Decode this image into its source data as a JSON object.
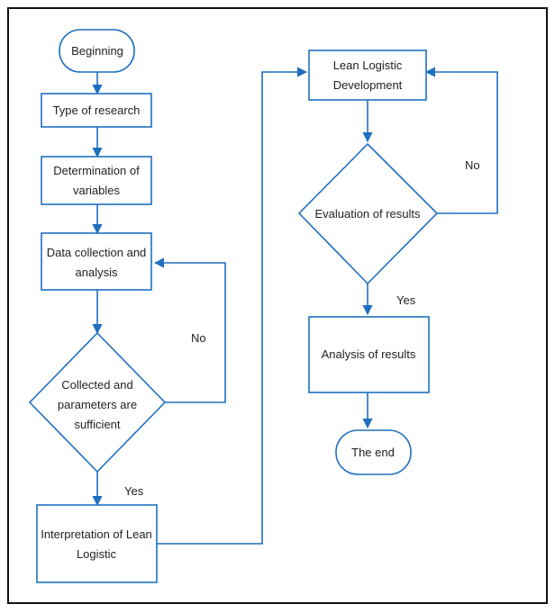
{
  "colors": {
    "accent": "#1f6fbf",
    "frame": "#111111",
    "text": "#222222",
    "background": "#ffffff"
  },
  "nodes": {
    "beginning": {
      "lines": [
        "Beginning"
      ]
    },
    "type_of_research": {
      "lines": [
        "Type of research"
      ]
    },
    "determination_of_variables": {
      "lines": [
        "Determination of",
        "variables"
      ]
    },
    "data_collection": {
      "lines": [
        "Data collection and",
        "analysis"
      ]
    },
    "collected_sufficient": {
      "lines": [
        "Collected and",
        "parameters are",
        "sufficient"
      ]
    },
    "interpretation": {
      "lines": [
        "Interpretation of Lean",
        "Logistic"
      ]
    },
    "lean_development": {
      "lines": [
        "Lean Logistic",
        "Development"
      ]
    },
    "evaluation": {
      "lines": [
        "Evaluation of results"
      ]
    },
    "analysis_results": {
      "lines": [
        "Analysis of results"
      ]
    },
    "the_end": {
      "lines": [
        "The end"
      ]
    }
  },
  "edge_labels": {
    "no_left": "No",
    "yes_left": "Yes",
    "no_right": "No",
    "yes_right": "Yes"
  }
}
